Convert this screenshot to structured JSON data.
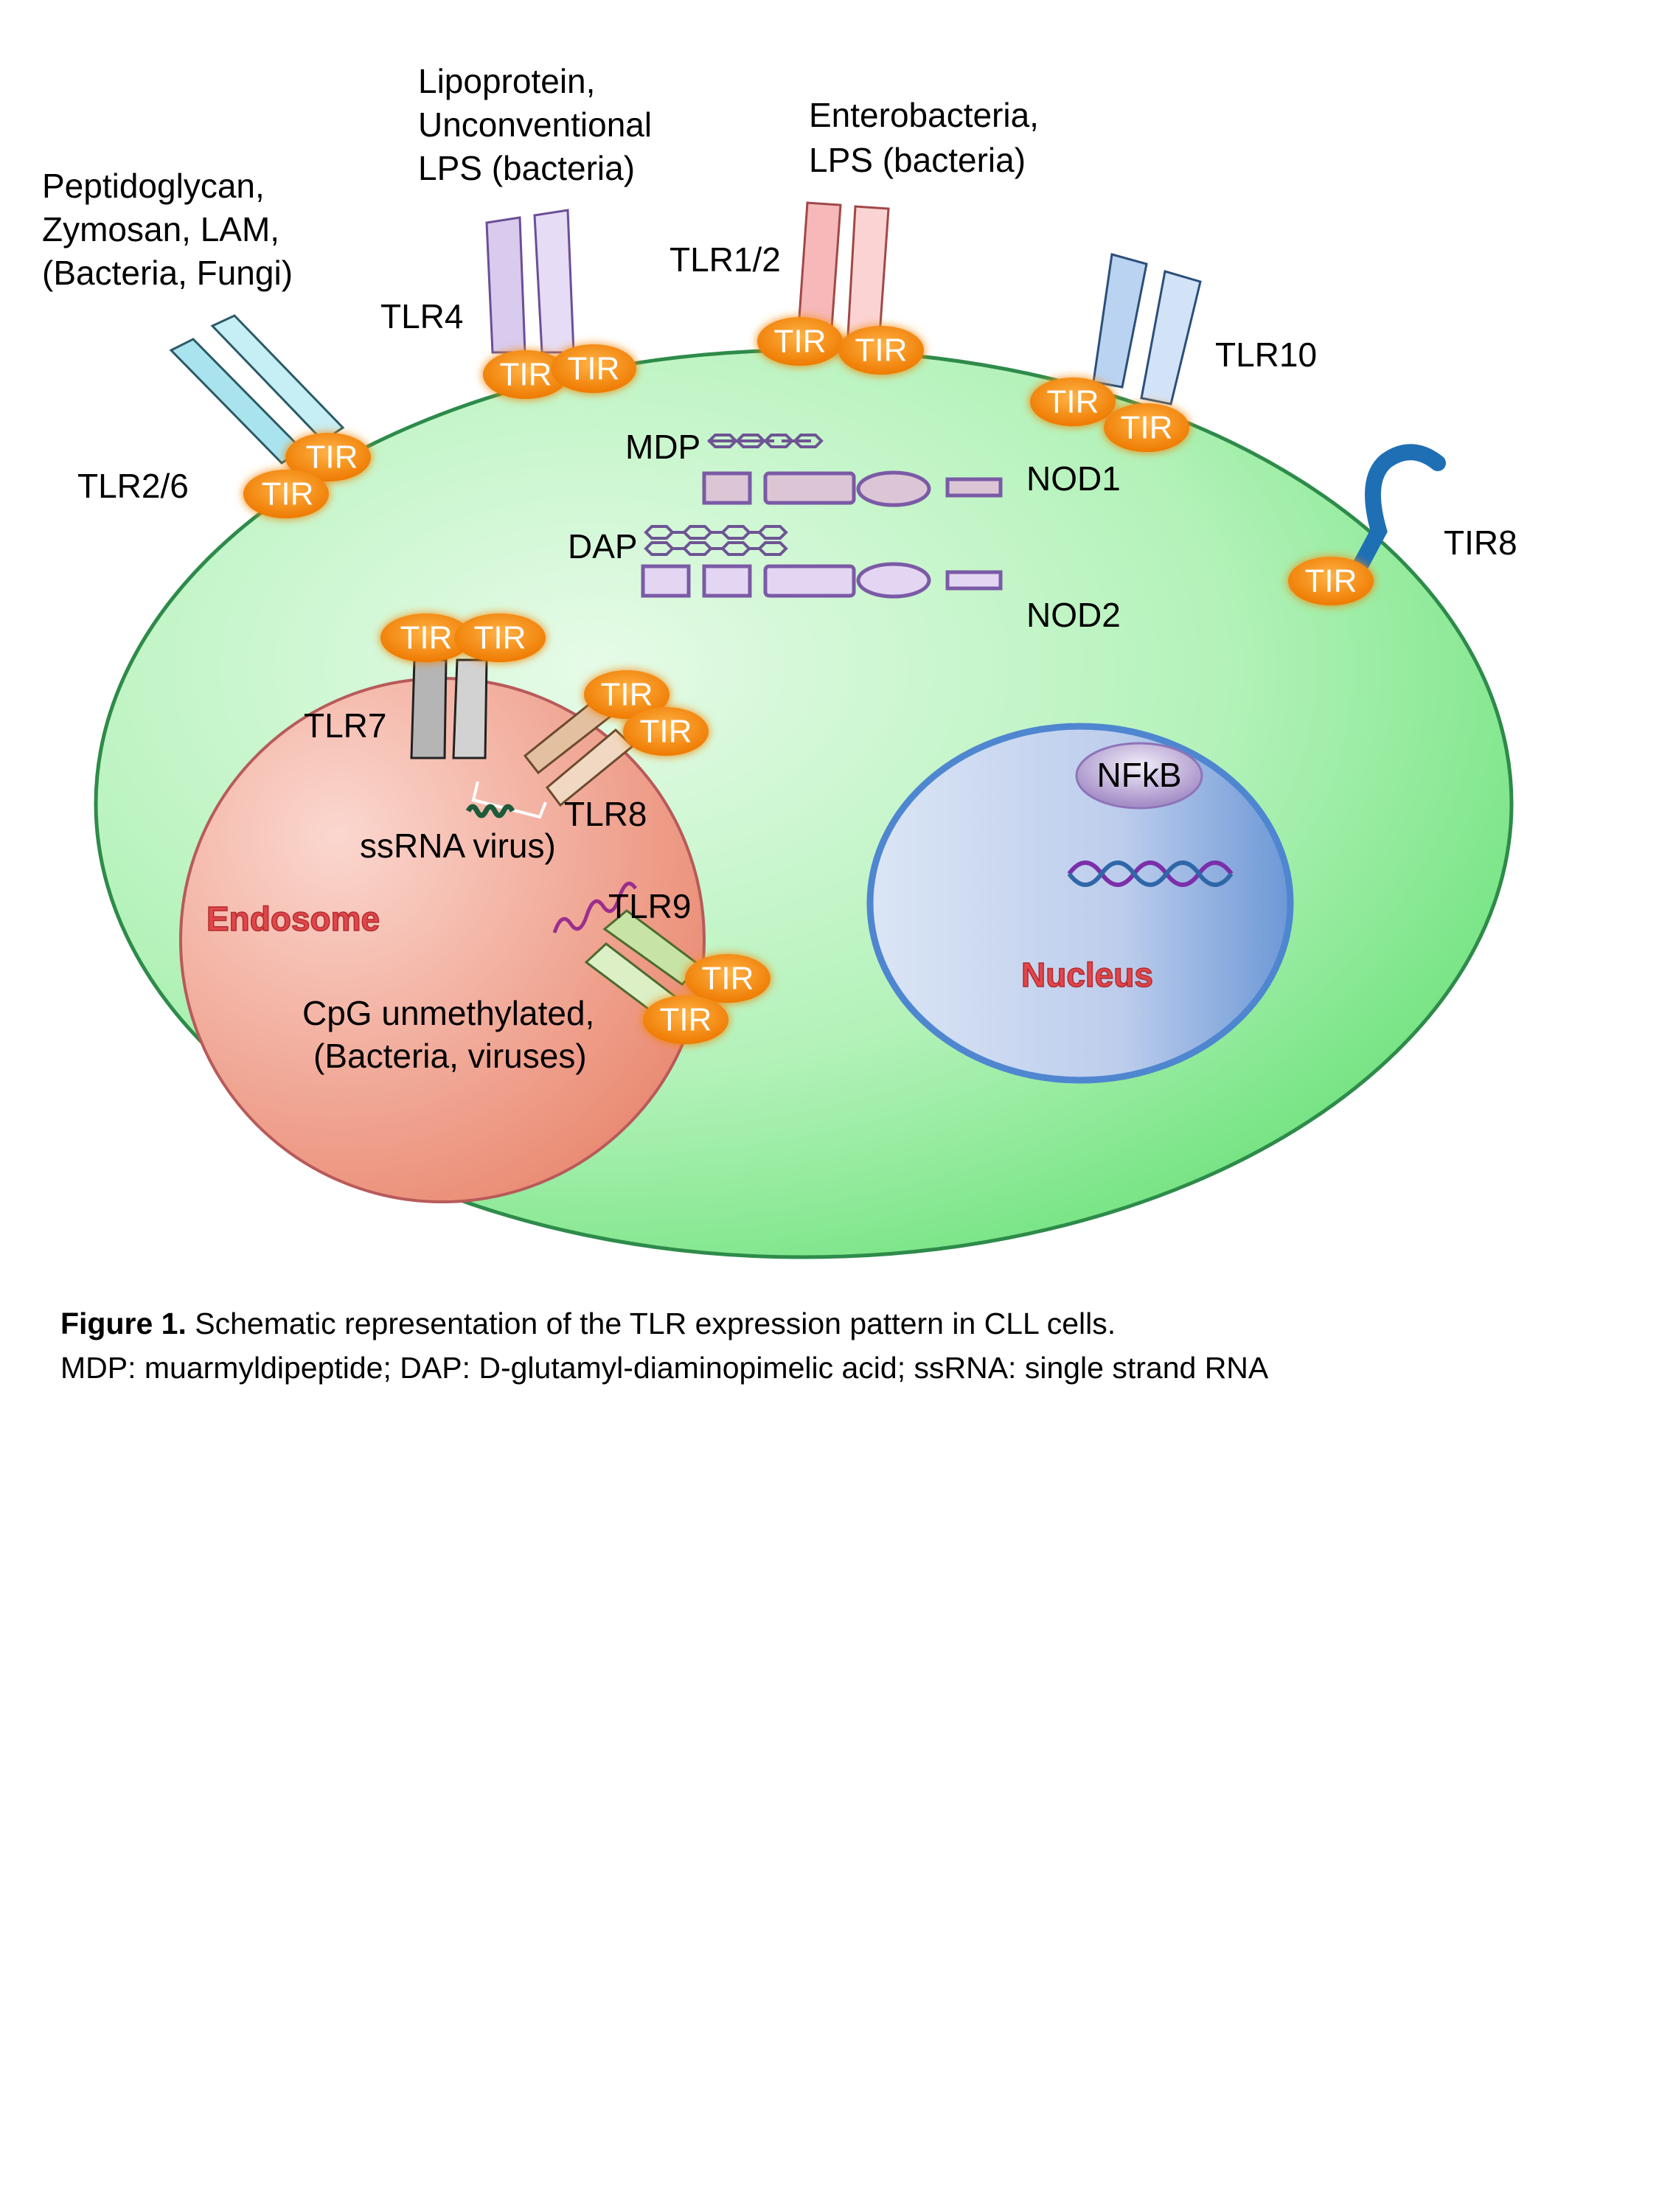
{
  "figure": {
    "title": "TLR expression pattern in CLL cells",
    "receptors": {
      "tlr2_6": {
        "label": "TLR2/6",
        "ligand": [
          "Peptidoglycan,",
          "Zymosan, LAM,",
          "(Bacteria, Fungi)"
        ],
        "domains": [
          "TIR",
          "TIR"
        ],
        "color": "#9fdde8"
      },
      "tlr4": {
        "label": "TLR4",
        "ligand": [
          "Lipoprotein,",
          "Unconventional",
          "LPS (bacteria)"
        ],
        "domains": [
          "TIR",
          "TIR"
        ],
        "color": "#c9b8e6"
      },
      "tlr1_2": {
        "label": "TLR1/2",
        "ligand": [
          "Enterobacteria,",
          "LPS (bacteria)"
        ],
        "domains": [
          "TIR",
          "TIR"
        ],
        "color": "#f2a6a6"
      },
      "tlr10": {
        "label": "TLR10",
        "domains": [
          "TIR",
          "TIR"
        ],
        "color": "#a9c8ec"
      },
      "tir8": {
        "label": "TIR8",
        "domains": [
          "TIR"
        ],
        "color": "#1f6fb5"
      },
      "tlr7": {
        "label": "TLR7",
        "domains": [
          "TIR",
          "TIR"
        ],
        "color": "#9a9a9a"
      },
      "tlr8": {
        "label": "TLR8",
        "domains": [
          "TIR",
          "TIR"
        ],
        "color": "#d9b08c"
      },
      "tlr9": {
        "label": "TLR9",
        "domains": [
          "TIR",
          "TIR"
        ],
        "color": "#c7e3a6"
      }
    },
    "nod": {
      "mdp_label": "MDP",
      "dap_label": "DAP",
      "nod1_label": "NOD1",
      "nod2_label": "NOD2"
    },
    "endosome": {
      "label": "Endosome",
      "ssrna_label": "ssRNA virus)",
      "cpg_label": [
        "CpG unmethylated,",
        "(Bacteria, viruses)"
      ]
    },
    "nucleus": {
      "label": "Nucleus",
      "nfkb_label": "NFkB"
    },
    "colors": {
      "cell_fill": "#9ff0a6",
      "cell_stroke": "#2e8b4a",
      "tir_fill": "#f08a12",
      "endosome_fill": "#f2a998",
      "nucleus_fill": "#b7c9ea",
      "nucleus_stroke": "#4f86d0",
      "nod_fill": "#d8c6e6",
      "nod_stroke": "#7b5aa6"
    }
  },
  "caption": {
    "bold": "Figure 1.",
    "line1": " Schematic representation of the TLR expression pattern in CLL cells.",
    "line2": "MDP: muarmyldipeptide; DAP: D-glutamyl-diaminopimelic acid; ssRNA: single strand RNA"
  }
}
